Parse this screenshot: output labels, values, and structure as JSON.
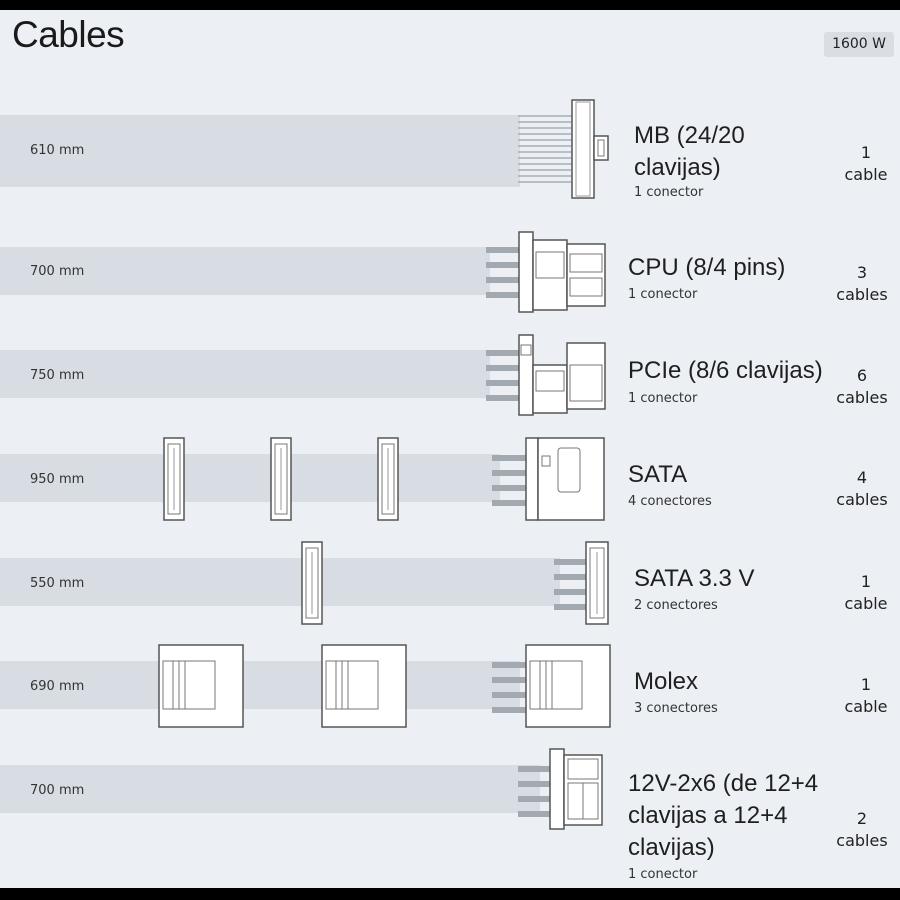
{
  "header": {
    "title": "Cables",
    "wattage": "1600 W"
  },
  "cables": [
    {
      "length": "610 mm",
      "name": "MB (24/20 clavijas)",
      "connectors": "1 conector",
      "count_number": "1",
      "count_unit": "cable"
    },
    {
      "length": "700 mm",
      "name": "CPU (8/4 pins)",
      "connectors": "1 conector",
      "count_number": "3",
      "count_unit": "cables"
    },
    {
      "length": "750 mm",
      "name": "PCIe (8/6 clavijas)",
      "connectors": "1 conector",
      "count_number": "6",
      "count_unit": "cables"
    },
    {
      "length": "950 mm",
      "name": "SATA",
      "connectors": "4 conectores",
      "count_number": "4",
      "count_unit": "cables"
    },
    {
      "length": "550 mm",
      "name": "SATA 3.3 V",
      "connectors": "2 conectores",
      "count_number": "1",
      "count_unit": "cable"
    },
    {
      "length": "690 mm",
      "name": "Molex",
      "connectors": "3 conectores",
      "count_number": "1",
      "count_unit": "cable"
    },
    {
      "length": "700 mm",
      "name": "12V-2x6 (de 12+4 clavijas a 12+4 clavijas)",
      "connectors": "1 conector",
      "count_number": "2",
      "count_unit": "cables"
    }
  ]
}
